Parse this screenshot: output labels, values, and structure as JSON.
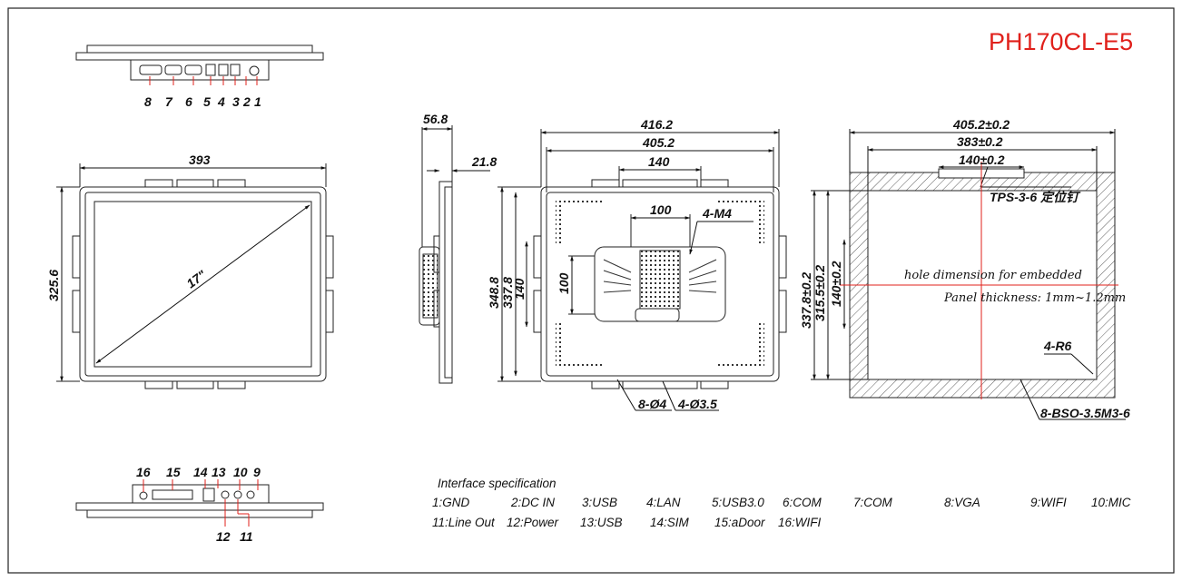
{
  "model": "PH170CL-E5",
  "colors": {
    "title": "#e0201b",
    "redline": "#e0201b",
    "ink": "#111111"
  },
  "top_view": {
    "ports": [
      "8",
      "7",
      "6",
      "5",
      "3",
      "2",
      "1"
    ],
    "port_4": "4"
  },
  "bottom_view": {
    "top_labels": [
      "16",
      "15",
      "14",
      "13",
      "10",
      "9"
    ],
    "bottom_labels": [
      "12",
      "11"
    ]
  },
  "front_view": {
    "width": "393",
    "height": "325.6",
    "diagonal": "17\""
  },
  "side_view": {
    "depth": "56.8",
    "thin": "21.8"
  },
  "rear_view": {
    "w1": "416.2",
    "w2": "405.2",
    "w3": "140",
    "w4": "100",
    "h1": "348.8",
    "h2": "337.8",
    "h3": "140",
    "h4": "100",
    "screw": "4-M4",
    "holes1": "8-Ø4",
    "holes2": "4-Ø3.5"
  },
  "cutout": {
    "w1": "405.2±0.2",
    "w2": "383±0.2",
    "w3": "140±0.2",
    "h1": "337.8±0.2",
    "h2": "315.5±0.2",
    "h3": "140±0.2",
    "tps": "TPS-3-6 定位钉",
    "note1": "hole dimension for embedded",
    "note2": "Panel thickness: 1mm~1.2mm",
    "radius": "4-R6",
    "bso": "8-BSO-3.5M3-6"
  },
  "interface": {
    "heading": "Interface specification",
    "row1": [
      "1:GND",
      "2:DC IN",
      "3:USB",
      "4:LAN",
      "5:USB3.0",
      "6:COM",
      "7:COM",
      "8:VGA",
      "9:WIFI",
      "10:MIC"
    ],
    "row2": [
      "11:Line Out",
      "12:Power",
      "13:USB",
      "14:SIM",
      "15:aDoor",
      "16:WIFI"
    ]
  }
}
